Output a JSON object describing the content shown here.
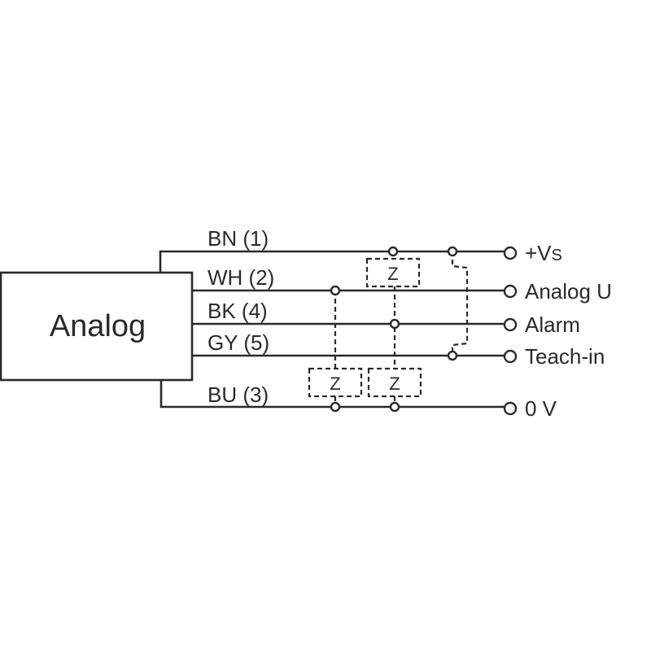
{
  "device": {
    "label": "Analog"
  },
  "wires": [
    {
      "id": "bn",
      "label": "BN (1)",
      "terminal": "+V",
      "terminal_sub": "S"
    },
    {
      "id": "wh",
      "label": "WH (2)",
      "terminal": "Analog U"
    },
    {
      "id": "bk",
      "label": "BK (4)",
      "terminal": "Alarm"
    },
    {
      "id": "gy",
      "label": "GY (5)",
      "terminal": "Teach-in"
    },
    {
      "id": "bu",
      "label": "BU (3)",
      "terminal": "0 V"
    }
  ],
  "loads": [
    {
      "label": "Z",
      "between": [
        "BN",
        "BK"
      ]
    },
    {
      "label": "Z",
      "between": [
        "WH",
        "BU"
      ]
    },
    {
      "label": "Z",
      "between": [
        "BK",
        "BU"
      ]
    }
  ]
}
